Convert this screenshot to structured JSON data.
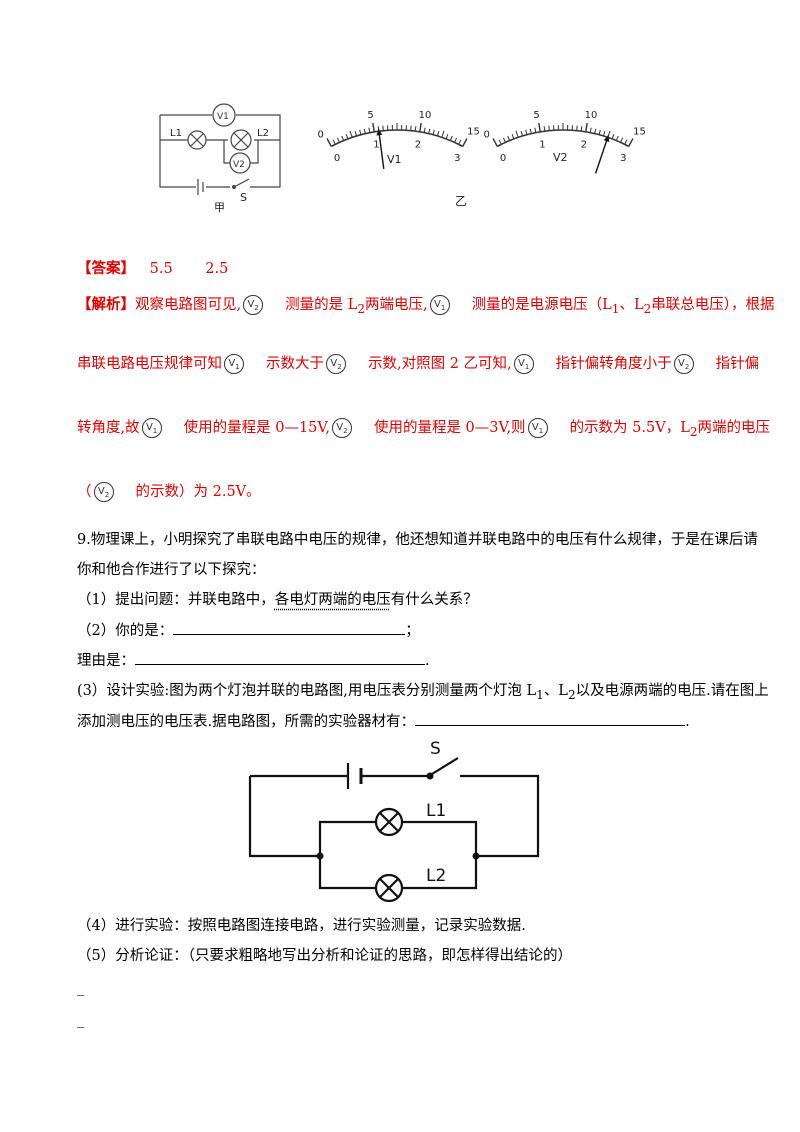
{
  "figure1": {
    "v1": "V1",
    "v2": "V2",
    "l1": "L1",
    "l2": "L2",
    "s": "S",
    "caption": "甲",
    "meter_ticks_top": [
      "5",
      "10",
      "15"
    ],
    "meter_ticks_bottom": [
      "0",
      "1",
      "2",
      "3"
    ],
    "meter1_label": "V1",
    "meter2_label": "V2",
    "caption2": "乙"
  },
  "answer": {
    "label": "【答案】",
    "v1": "5.5",
    "v2": "2.5"
  },
  "analysis": {
    "label": "【解析】",
    "l1a": "观察电路图可见,",
    "l1b": "测量的是 L",
    "l1c": "两端电压,",
    "l1d": "测量的是电源电压（L",
    "l1e": "、L",
    "l1f": "串联总电压），根据",
    "l2a": "串联电路电压规律可知",
    "l2b": "示数大于",
    "l2c": "示数,对照图 2 乙可知,",
    "l2d": "指针偏转角度小于",
    "l2e": "指针偏",
    "l3a": "转角度,故",
    "l3b": "使用的量程是 0—15V,",
    "l3c": "使用的量程是 0—3V,则",
    "l3d": "的示数为 5.5V，L",
    "l3e": "两端的电压",
    "l4a": "（",
    "l4b": "的示数）为 2.5V。",
    "sub1": "1",
    "sub2": "2"
  },
  "q9": {
    "intro1": "9.物理课上，小明探究了串联电路中电压的规律，他还想知道并联电路中的电压有什么规律，于是在课后请",
    "intro2": "你和他合作进行了以下探究：",
    "p1a": "（1）提出问题：并联电路中，",
    "p1b": "各电灯两端的电压",
    "p1c": "有什么关系？",
    "p2": "（2）你的是：",
    "p2end": "；",
    "reason": "理由是：",
    "reason_end": ".",
    "p3a": "(3）设计实验:图为两个灯泡并联的电路图,用电压表分别测量两个灯泡 L",
    "p3b": "、L",
    "p3c": "以及电源两端的电压.请在图上",
    "p3d": "添加测电压的电压表.据电路图，所需的实验器材有：",
    "p3end": ".",
    "p4": "（4）进行实验：按照电路图连接电路，进行实验测量，记录实验数据.",
    "p5": "（5）分析论证：（只要求粗略地写出分析和论证的思路，即怎样得出结论的）",
    "blank1": "_",
    "blank2": "_"
  },
  "figure2": {
    "s": "S",
    "l1": "L1",
    "l2": "L2"
  }
}
